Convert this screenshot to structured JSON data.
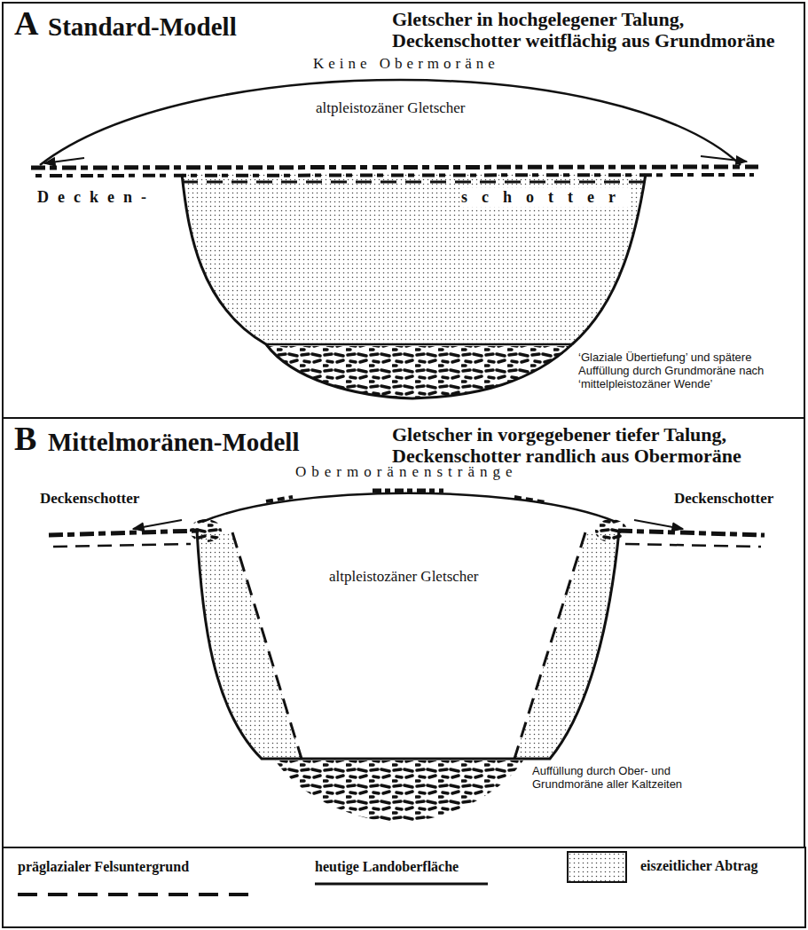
{
  "diagram": {
    "nodes": [
      {
        "text": [
          "A",
          "Standard-Modell",
          "Gletscher in hochgelegener Talung, Deckenschotter weitflächig aus Grundmoräne"
        ]
      },
      {
        "text": [
          "B",
          "Mittelmoränen-Modell",
          "Gletscher in vorgegebener tiefer Talung, Deckenschotter randlich aus Obermoräne"
        ]
      }
    ],
    "labels": [
      "Keine Obermoräne",
      "altpleistozäner Gletscher",
      "Decken-",
      "schotter",
      "‘Glaziale Übertiefung’ und spätere Auffüllung durch Grundmoräne nach ‘mittelpleistozäner Wende’",
      "Obermoränenstränge",
      "Deckenschotter",
      "Deckenschotter",
      "altpleistozäner Gletscher",
      "Auffüllung durch Ober- und Grundmoräne aller Kaltzeiten"
    ],
    "legend": [
      {
        "text": "präglazialer Felsuntergrund"
      },
      {
        "text": "heutige Landoberfläche"
      },
      {
        "text": "eiszeitlicher Abtrag"
      }
    ]
  }
}
